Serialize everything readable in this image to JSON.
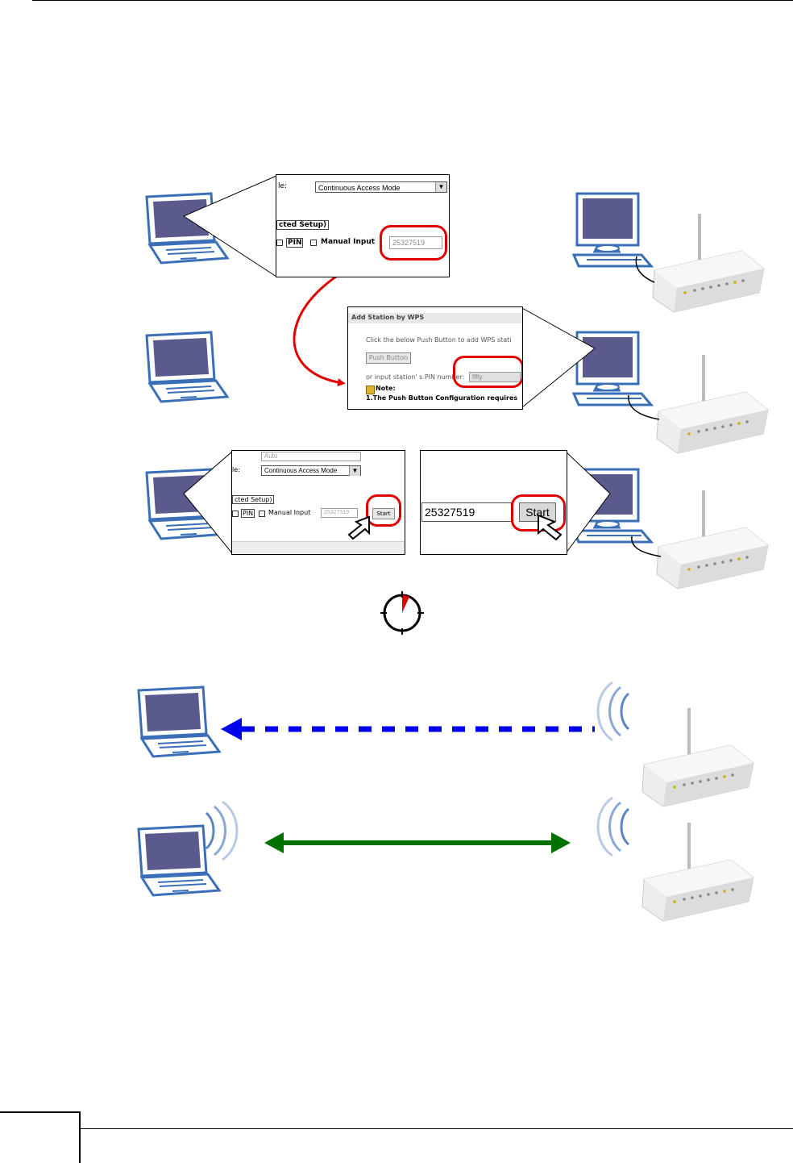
{
  "step1": {
    "mode_label": "le:",
    "mode_value": "Continuous Access Mode",
    "setup_label": "cted Setup)",
    "pin_label": "PIN",
    "manual_label": "Manual Input",
    "pin_value": "25327519"
  },
  "step2": {
    "title": "Add Station by WPS",
    "instruction": "Click the below Push Button to add WPS stati",
    "push_button": "Push Button",
    "pin_prompt": "or input station' s PIN number:",
    "pin_value": "fifty",
    "note_label": "Note:",
    "note_text": "1.The Push Button Configuration requires"
  },
  "step3_left": {
    "top_value": "Auto",
    "mode_label": "le:",
    "mode_value": "Continuous Access Mode",
    "setup_label": "cted Setup)",
    "pin_label": "PIN",
    "manual_label": "Manual Input",
    "pin_value": "25327519",
    "start_button": "Start"
  },
  "step3_right": {
    "pin_value": "25327519",
    "start_button": "Start"
  },
  "colors": {
    "callout_ring": "#e10000",
    "curve_arrow": "#e10000",
    "dashed_arrow": "#0000ee",
    "link_arrow": "#007000"
  },
  "icons": [
    "laptop-icon",
    "desktop-computer-icon",
    "router-icon",
    "wireless-signal-icon",
    "timer-icon",
    "mouse-pointer-icon"
  ]
}
